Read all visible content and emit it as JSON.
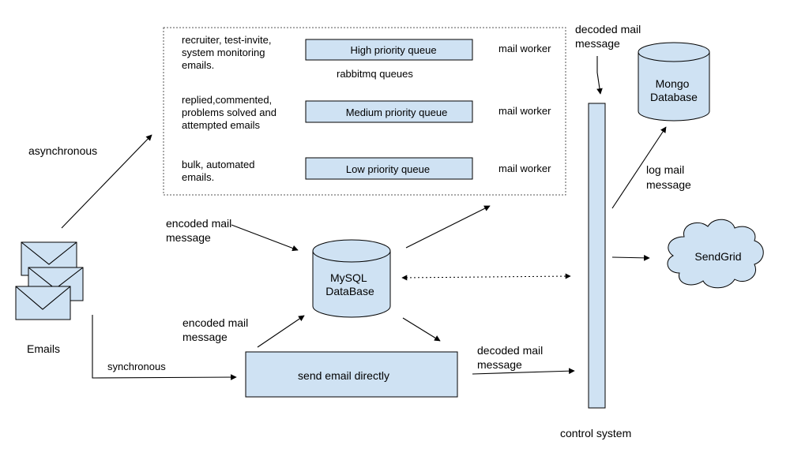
{
  "queues": {
    "high_label": "High priority queue",
    "medium_label": "Medium priority queue",
    "low_label": "Low priority queue",
    "group_label": "rabbitmq queues",
    "high_desc": [
      "recruiter, test-invite,",
      "system monitoring",
      "emails."
    ],
    "medium_desc": [
      "replied,commented,",
      "problems solved and",
      "attempted emails"
    ],
    "low_desc": [
      "bulk, automated",
      "emails."
    ],
    "worker_label": "mail worker"
  },
  "emails": {
    "label": "Emails"
  },
  "edges": {
    "asynchronous": "asynchronous",
    "synchronous": "synchronous",
    "encoded_top": [
      "encoded mail",
      "message"
    ],
    "encoded_bottom": [
      "encoded mail",
      "message"
    ],
    "decoded_bottom": [
      "decoded mail",
      "message"
    ],
    "decoded_top": [
      "decoded mail",
      "message"
    ],
    "log": [
      "log mail",
      "message"
    ]
  },
  "mysql": {
    "lines": [
      "MySQL",
      "DataBase"
    ]
  },
  "mongo": {
    "lines": [
      "Mongo",
      "Database"
    ]
  },
  "send_direct": {
    "label": "send email directly"
  },
  "sendgrid": {
    "label": "SendGrid"
  },
  "control": {
    "label": "control system"
  },
  "colors": {
    "fill": "#cfe2f3",
    "stroke": "#000000"
  }
}
